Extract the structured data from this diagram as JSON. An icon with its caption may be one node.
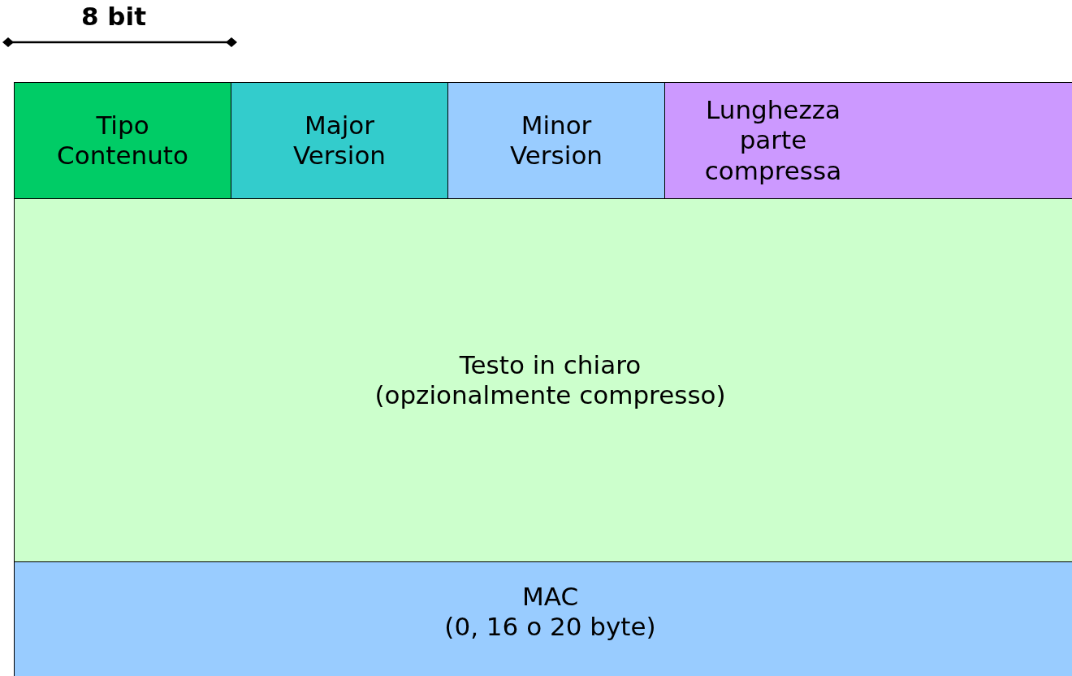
{
  "diagram": {
    "nodes": [
      {
        "text": [
          "Tipo Contenuto"
        ]
      },
      {
        "text": [
          "Major Version"
        ]
      },
      {
        "text": [
          "Minor Version"
        ]
      },
      {
        "text": [
          "Lunghezza parte compressa"
        ]
      },
      {
        "text": [
          "Testo in chiaro",
          "(opzionalmente compresso)"
        ]
      },
      {
        "text": [
          "MAC",
          "(0, 16 o 20 byte)"
        ]
      }
    ],
    "labels": [
      "8 bit"
    ]
  }
}
